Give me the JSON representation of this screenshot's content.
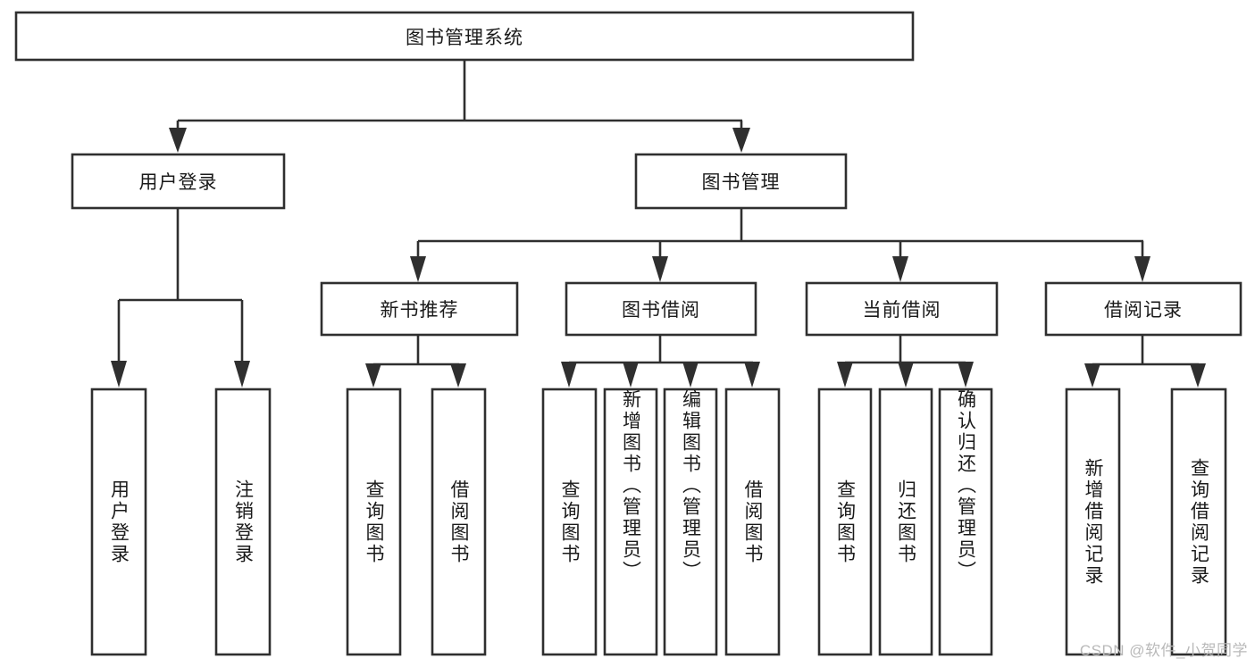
{
  "diagram": {
    "title": "图书管理系统",
    "type": "tree",
    "orientation": "top-down",
    "colors": {
      "box_stroke": "#2f2f2f",
      "box_fill": "#ffffff",
      "text": "#1a1a1a",
      "background": "#ffffff",
      "watermark": "#b9b9b9"
    },
    "root": {
      "label": "图书管理系统",
      "text_direction": "horizontal"
    },
    "level2": [
      {
        "label": "用户登录",
        "text_direction": "horizontal"
      },
      {
        "label": "图书管理",
        "text_direction": "horizontal"
      }
    ],
    "level3": [
      {
        "label": "新书推荐",
        "text_direction": "horizontal",
        "parent": "图书管理"
      },
      {
        "label": "图书借阅",
        "text_direction": "horizontal",
        "parent": "图书管理"
      },
      {
        "label": "当前借阅",
        "text_direction": "horizontal",
        "parent": "图书管理"
      },
      {
        "label": "借阅记录",
        "text_direction": "horizontal",
        "parent": "图书管理"
      }
    ],
    "leaves": [
      {
        "label": "用户登录",
        "parent": "用户登录",
        "text_direction": "vertical"
      },
      {
        "label": "注销登录",
        "parent": "用户登录",
        "text_direction": "vertical"
      },
      {
        "label": "查询图书",
        "parent": "新书推荐",
        "text_direction": "vertical"
      },
      {
        "label": "借阅图书",
        "parent": "新书推荐",
        "text_direction": "vertical"
      },
      {
        "label": "查询图书",
        "parent": "图书借阅",
        "text_direction": "vertical"
      },
      {
        "label": "新增图书（管理员）",
        "parent": "图书借阅",
        "text_direction": "vertical"
      },
      {
        "label": "编辑图书（管理员）",
        "parent": "图书借阅",
        "text_direction": "vertical"
      },
      {
        "label": "借阅图书",
        "parent": "图书借阅",
        "text_direction": "vertical"
      },
      {
        "label": "查询图书",
        "parent": "当前借阅",
        "text_direction": "vertical"
      },
      {
        "label": "归还图书",
        "parent": "当前借阅",
        "text_direction": "vertical"
      },
      {
        "label": "确认归还（管理员）",
        "parent": "当前借阅",
        "text_direction": "vertical"
      },
      {
        "label": "新增借阅记录",
        "parent": "借阅记录",
        "text_direction": "vertical"
      },
      {
        "label": "查询借阅记录",
        "parent": "借阅记录",
        "text_direction": "vertical"
      }
    ],
    "watermark": "CSDN @软件_小贺同学"
  }
}
